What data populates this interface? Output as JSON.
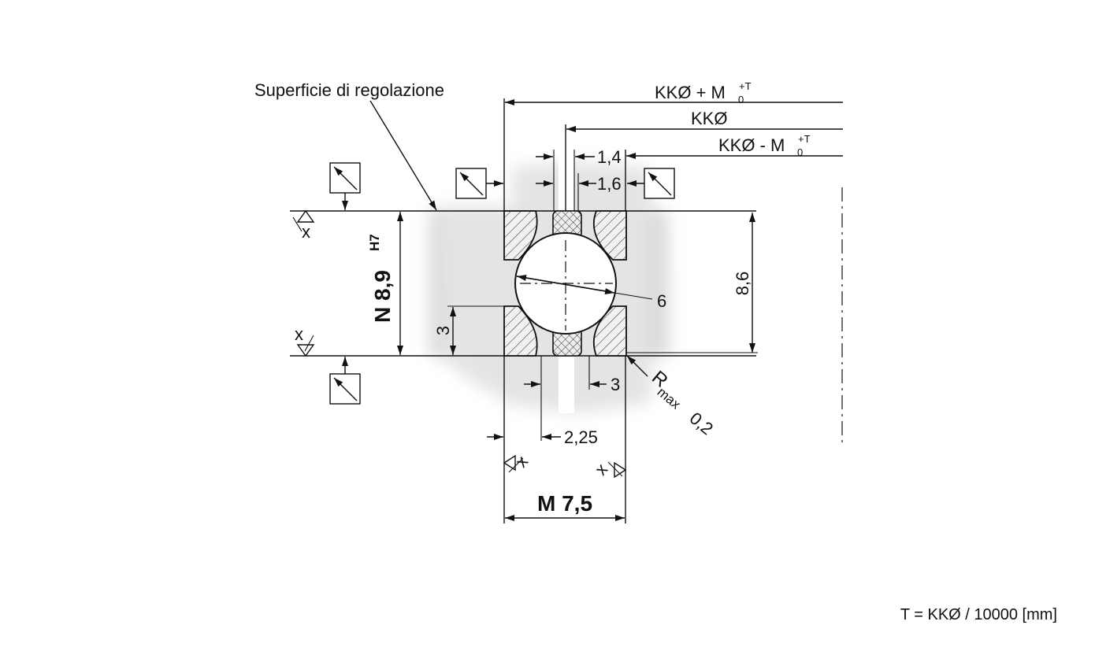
{
  "labels": {
    "adjust_surface": "Superficie di regolazione",
    "kk_plus_main": "KKØ + M",
    "kk_plus_sub": "0",
    "kk_plus_sup": "+T",
    "kk": "KKØ",
    "kk_minus_main": "KKØ - M",
    "kk_minus_sub": "0",
    "kk_minus_sup": "+T",
    "dim_14": "1,4",
    "dim_16": "1,6",
    "dim_6": "6",
    "dim_86": "8,6",
    "dim_3_vertical": "3",
    "dim_3_horizontal": "3",
    "dim_225": "2,25",
    "rmax_r": "R",
    "rmax_sub": "max",
    "rmax_val": "0,2",
    "n_main": "N 8,9",
    "n_sup": "H7",
    "m_main": "M 7,5",
    "x_mark": "x"
  },
  "formula": "T = KKØ / 10000 [mm]"
}
